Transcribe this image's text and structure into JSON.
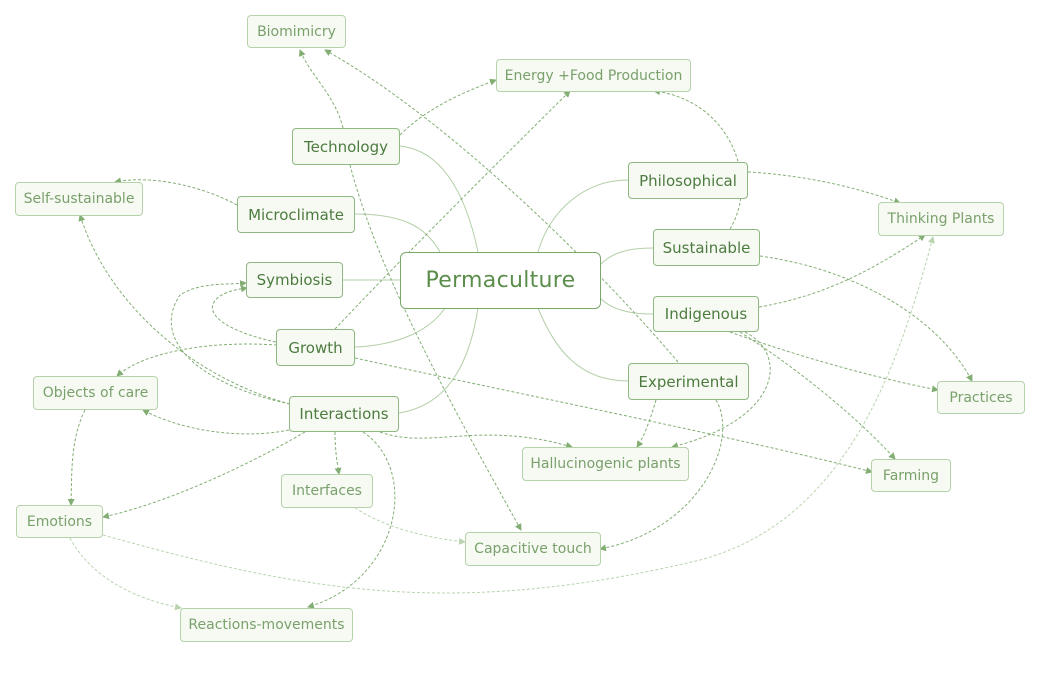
{
  "map": {
    "root": "Permaculture",
    "branches": {
      "technology": "Technology",
      "microclimate": "Microclimate",
      "symbiosis": "Symbiosis",
      "growth": "Growth",
      "interactions": "Interactions",
      "philosophical": "Philosophical",
      "sustainable": "Sustainable",
      "indigenous": "Indigenous",
      "experimental": "Experimental"
    },
    "concepts": {
      "biomimicry": "Biomimicry",
      "energy_food": "Energy +Food Production",
      "self_sustainable": "Self-sustainable",
      "thinking_plants": "Thinking Plants",
      "objects_of_care": "Objects of care",
      "practices": "Practices",
      "hallucinogenic": "Hallucinogenic plants",
      "farming": "Farming",
      "interfaces": "Interfaces",
      "emotions": "Emotions",
      "capacitive_touch": "Capacitive touch",
      "reactions": "Reactions-movements"
    }
  }
}
